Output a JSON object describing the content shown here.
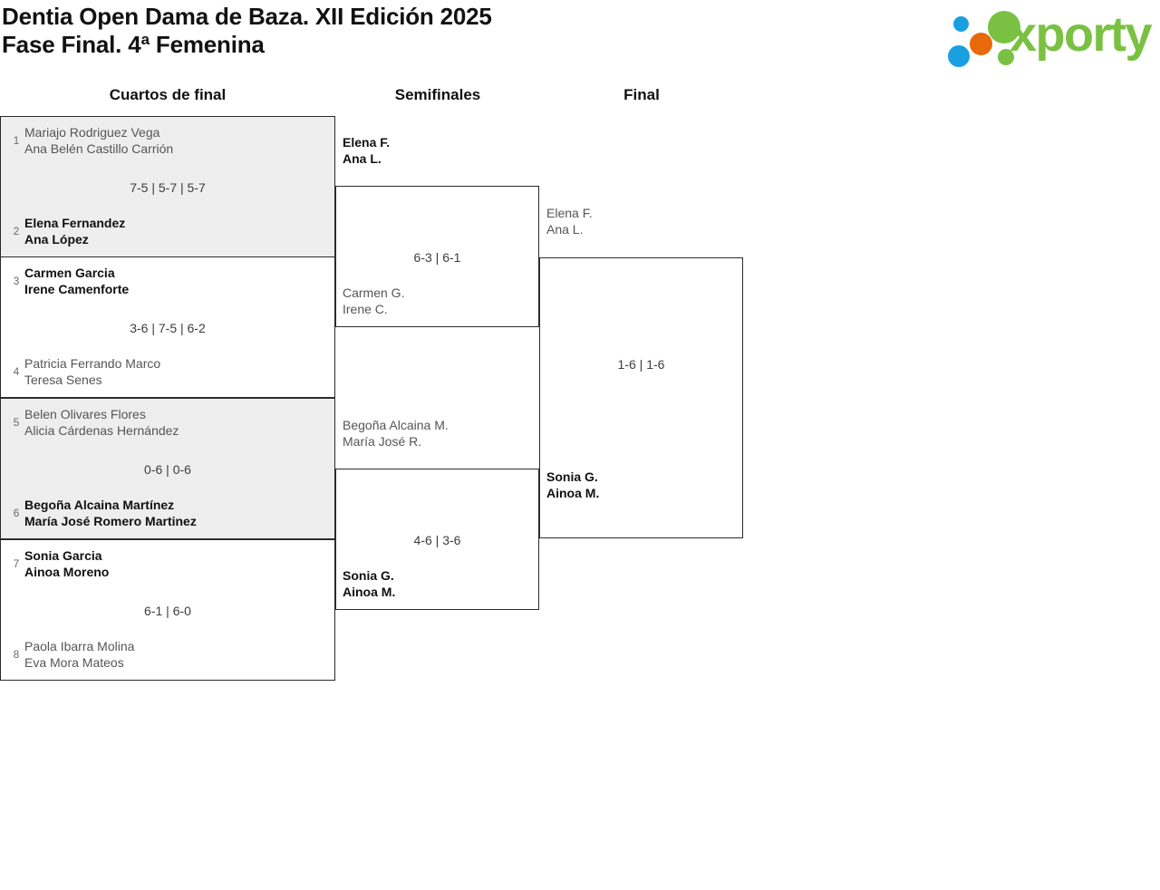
{
  "header": {
    "title_line1": "Dentia Open Dama de Baza. XII Edición 2025",
    "title_line2": "Fase Final. 4ª Femenina",
    "logo_text": "xporty",
    "logo_colors": {
      "green": "#7ac143",
      "blue": "#1a9fe0",
      "orange": "#e8690b"
    }
  },
  "rounds": [
    {
      "label": "Cuartos de final"
    },
    {
      "label": "Semifinales"
    },
    {
      "label": "Final"
    }
  ],
  "bracket": {
    "quarterfinals": [
      {
        "seed_top": "1",
        "top_p1": "Mariajo Rodriguez Vega",
        "top_p2": "Ana Belén Castillo Carrión",
        "seed_bottom": "2",
        "bottom_p1": "Elena Fernandez",
        "bottom_p2": "Ana López",
        "score": "7-5 | 5-7 | 5-7",
        "winner": "bottom"
      },
      {
        "seed_top": "3",
        "top_p1": "Carmen Garcia",
        "top_p2": "Irene Camenforte",
        "seed_bottom": "4",
        "bottom_p1": "Patricia Ferrando Marco",
        "bottom_p2": "Teresa Senes",
        "score": "3-6 | 7-5 | 6-2",
        "winner": "top"
      },
      {
        "seed_top": "5",
        "top_p1": "Belen Olivares Flores",
        "top_p2": "Alicia Cárdenas Hernández",
        "seed_bottom": "6",
        "bottom_p1": "Begoña Alcaina Martínez",
        "bottom_p2": "María José Romero Martinez",
        "score": "0-6 | 0-6",
        "winner": "bottom"
      },
      {
        "seed_top": "7",
        "top_p1": "Sonia Garcia",
        "top_p2": "Ainoa Moreno",
        "seed_bottom": "8",
        "bottom_p1": "Paola Ibarra Molina",
        "bottom_p2": "Eva Mora Mateos",
        "score": "6-1 | 6-0",
        "winner": "top"
      }
    ],
    "semifinals": [
      {
        "top_p1": "Elena F.",
        "top_p2": "Ana L.",
        "bottom_p1": "Carmen G.",
        "bottom_p2": "Irene C.",
        "score": "6-3 | 6-1",
        "winner": "top"
      },
      {
        "top_p1": "Begoña Alcaina M.",
        "top_p2": "María José R.",
        "bottom_p1": "Sonia G.",
        "bottom_p2": "Ainoa M.",
        "score": "4-6 | 3-6",
        "winner": "bottom"
      }
    ],
    "final": [
      {
        "top_p1": "Elena F.",
        "top_p2": "Ana L.",
        "bottom_p1": "Sonia G.",
        "bottom_p2": "Ainoa M.",
        "score": "1-6 | 1-6",
        "winner": "bottom"
      }
    ]
  }
}
